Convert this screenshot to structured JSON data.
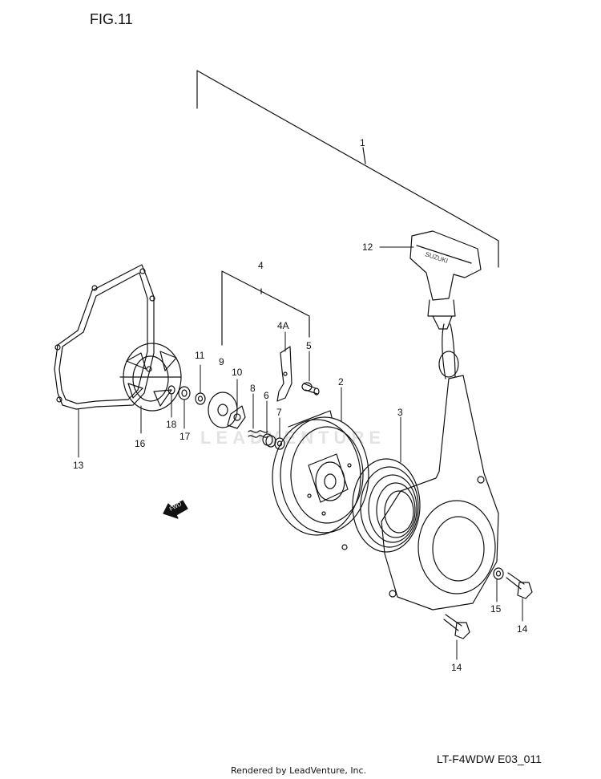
{
  "figure": {
    "title": "FIG.11",
    "code": "LT-F4WDW E03_011",
    "credit": "Rendered by LeadVenture, Inc.",
    "watermark": "LEADVENTURE",
    "arrow_label": "FWD",
    "handle_text": "SUZUKI"
  },
  "callouts": {
    "c1": "1",
    "c2": "2",
    "c3": "3",
    "c4": "4",
    "c4a": "4A",
    "c5": "5",
    "c6": "6",
    "c7": "7",
    "c8": "8",
    "c9": "9",
    "c10": "10",
    "c11": "11",
    "c12": "12",
    "c13": "13",
    "c14a": "14",
    "c14b": "14",
    "c15": "15",
    "c16": "16",
    "c17": "17",
    "c18": "18"
  }
}
